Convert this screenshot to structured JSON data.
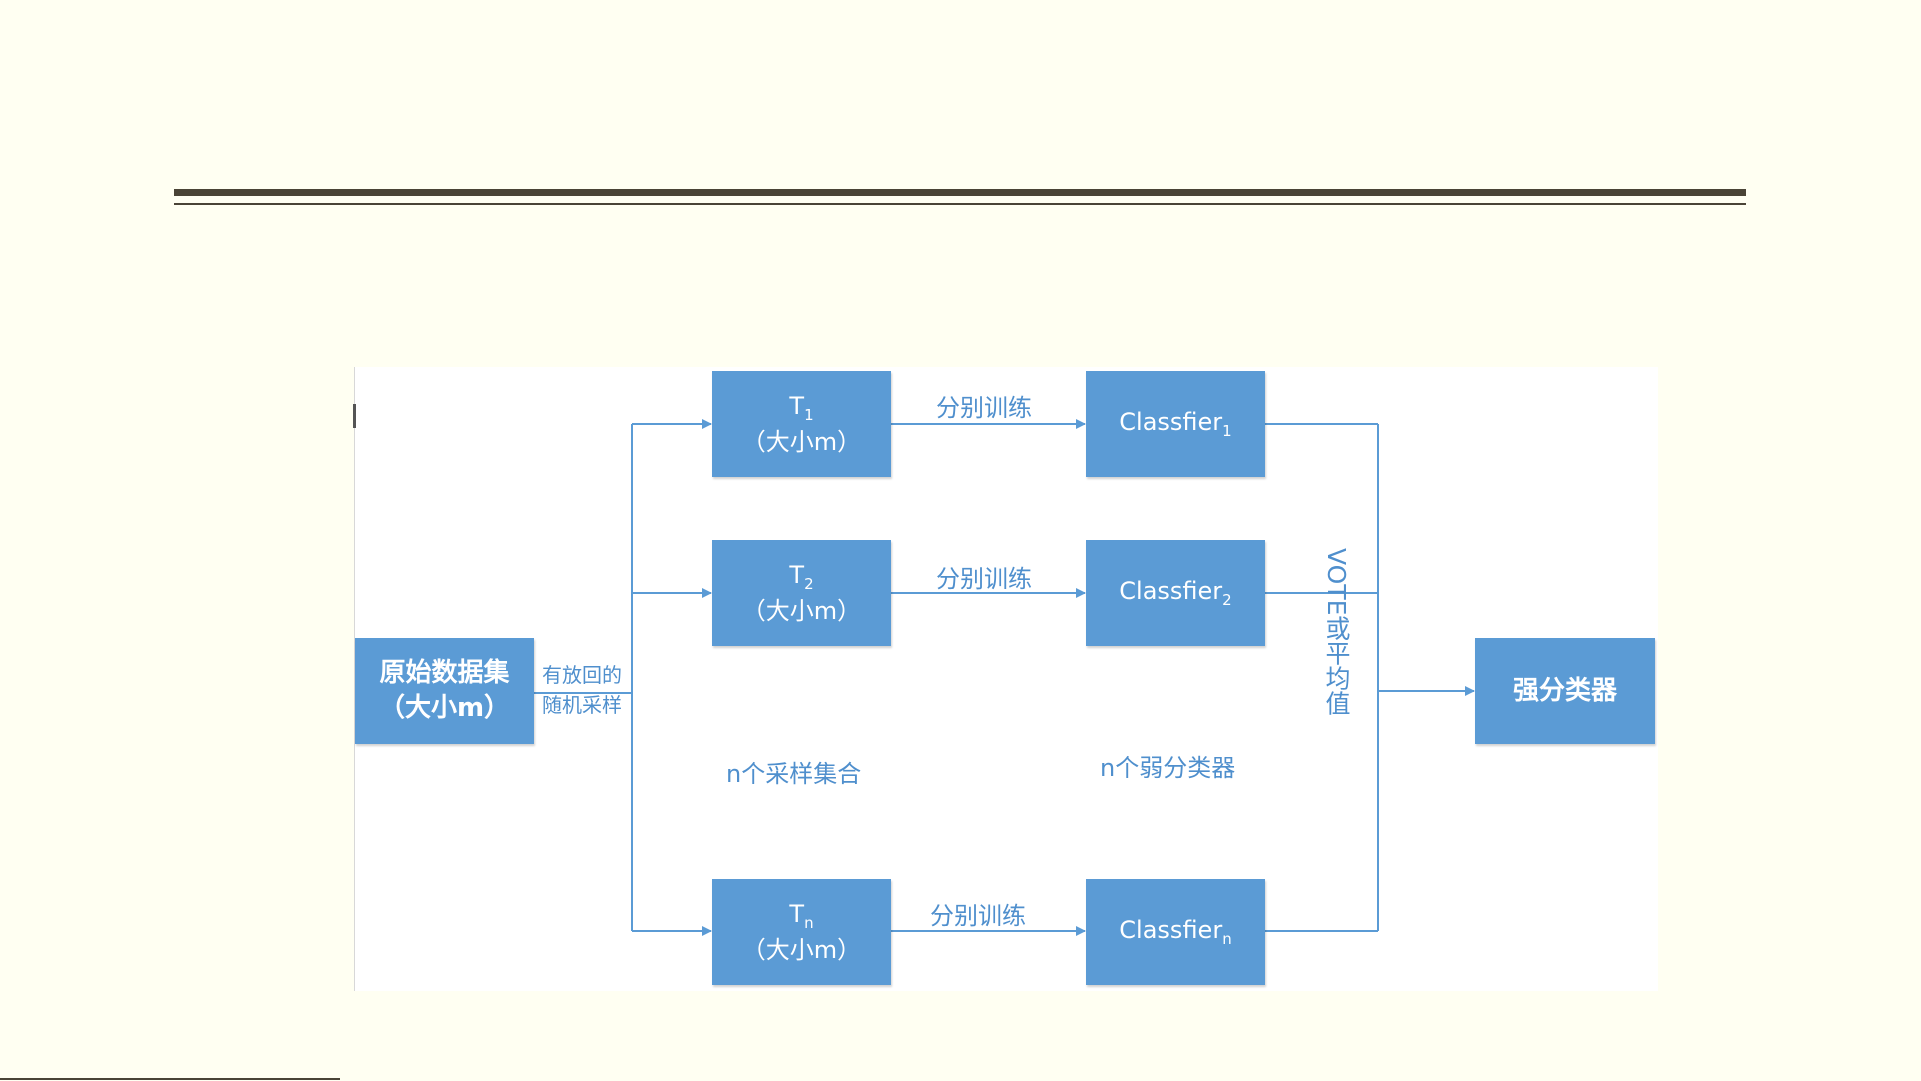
{
  "diagram": {
    "source_box": {
      "line1": "原始数据集",
      "line2": "（大小m）"
    },
    "sampling_label": {
      "line1": "有放回的",
      "line2": "随机采样"
    },
    "samples": [
      {
        "name": "T",
        "sub": "1",
        "size": "（大小m）"
      },
      {
        "name": "T",
        "sub": "2",
        "size": "（大小m）"
      },
      {
        "name": "T",
        "sub": "n",
        "size": "（大小m）"
      }
    ],
    "train_label": "分别训练",
    "classifiers": [
      {
        "name": "Classfier",
        "sub": "1"
      },
      {
        "name": "Classfier",
        "sub": "2"
      },
      {
        "name": "Classfier",
        "sub": "n"
      }
    ],
    "sample_set_caption": "n个采样集合",
    "weak_classifier_caption": "n个弱分类器",
    "vote_label": "VOTE或平均值",
    "strong_classifier": "强分类器",
    "colors": {
      "box_fill": "#5b9bd5",
      "connector": "#5b9bd5",
      "label_text": "#4f8fcd",
      "background": "#fffff2",
      "rule": "#4a4436"
    }
  }
}
